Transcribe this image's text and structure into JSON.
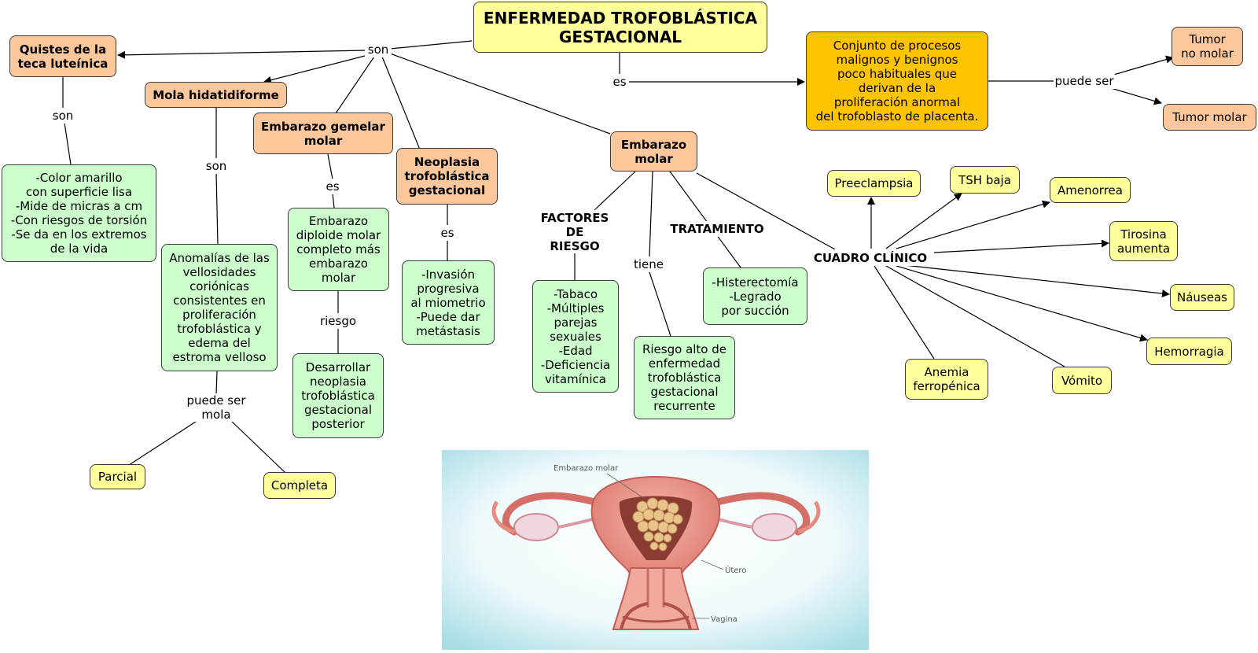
{
  "title": "ENFERMEDAD TROFOBLÁSTICA\nGESTACIONAL",
  "links": {
    "son_main": "son",
    "es_main": "es",
    "puede_ser_main": "puede ser",
    "son_quistes": "son",
    "son_mola": "son",
    "es_gemelar": "es",
    "riesgo_gemelar": "riesgo",
    "es_neoplasia": "es",
    "tiene": "tiene",
    "puede_ser_mola": "puede ser\nmola"
  },
  "nodes": {
    "definicion": "Conjunto de procesos\nmalignos y benignos\npoco habituales que\nderivan de la\nproliferación anormal\ndel trofoblasto de placenta.",
    "tumor_no_molar": "Tumor\nno molar",
    "tumor_molar": "Tumor molar",
    "quistes": "Quistes de la\nteca luteínica",
    "quistes_desc": "-Color amarillo\ncon superficie lisa\n-Mide de micras a cm\n-Con riesgos de torsión\n-Se da en los extremos\nde la vida",
    "mola": "Mola hidatidiforme",
    "mola_desc": "Anomalías de las\nvellosidades\ncoriónicas\nconsistentes en\nproliferación\ntrofoblástica y\nedema del\nestroma velloso",
    "parcial": "Parcial",
    "completa": "Completa",
    "gemelar": "Embarazo gemelar\nmolar",
    "gemelar_desc": "Embarazo\ndiploide molar\ncompleto más\nembarazo\nmolar",
    "gemelar_riesgo": "Desarrollar\nneoplasia\ntrofoblástica\ngestacional\nposterior",
    "neoplasia": "Neoplasia\ntrofoblástica\ngestacional",
    "neoplasia_desc": "-Invasión\nprogresiva\nal miometrio\n-Puede dar\nmetástasis",
    "embarazo_molar": "Embarazo\nmolar",
    "factores_label": "FACTORES\nDE\nRIESGO",
    "factores_desc": "-Tabaco\n-Múltiples\nparejas\nsexuales\n-Edad\n-Deficiencia\nvitamínica",
    "riesgo_alto": "Riesgo alto de\nenfermedad\ntrofoblástica\ngestacional\nrecurrente",
    "tratamiento_label": "TRATAMIENTO",
    "tratamiento_desc": "-Histerectomía\n-Legrado\npor succión",
    "cuadro_label": "CUADRO CLÍNICO",
    "preeclampsia": "Preeclampsia",
    "tsh": "TSH baja",
    "amenorrea": "Amenorrea",
    "tirosina": "Tirosina\naumenta",
    "nauseas": "Náuseas",
    "hemorragia": "Hemorragia",
    "vomito": "Vómito",
    "anemia": "Anemia\nferropénica"
  },
  "illustration": {
    "embarazo_molar": "Embarazo molar",
    "utero": "Útero",
    "vagina": "Vagina"
  }
}
